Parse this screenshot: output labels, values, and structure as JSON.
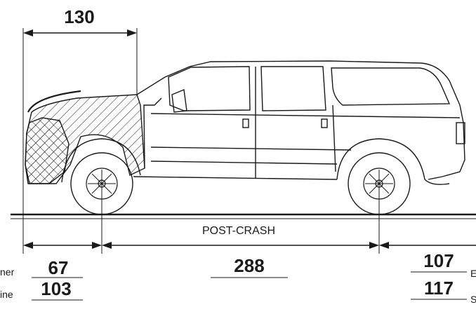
{
  "labels": {
    "overhang_top": "130",
    "post_crash": "POST-CRASH",
    "front_upper": "67",
    "front_lower": "103",
    "wheelbase": "288",
    "rear_upper": "107",
    "rear_lower": "117",
    "left_label_upper": "ner",
    "left_label_lower": "ine",
    "right_label_upper": "E",
    "right_label_lower": "S"
  }
}
